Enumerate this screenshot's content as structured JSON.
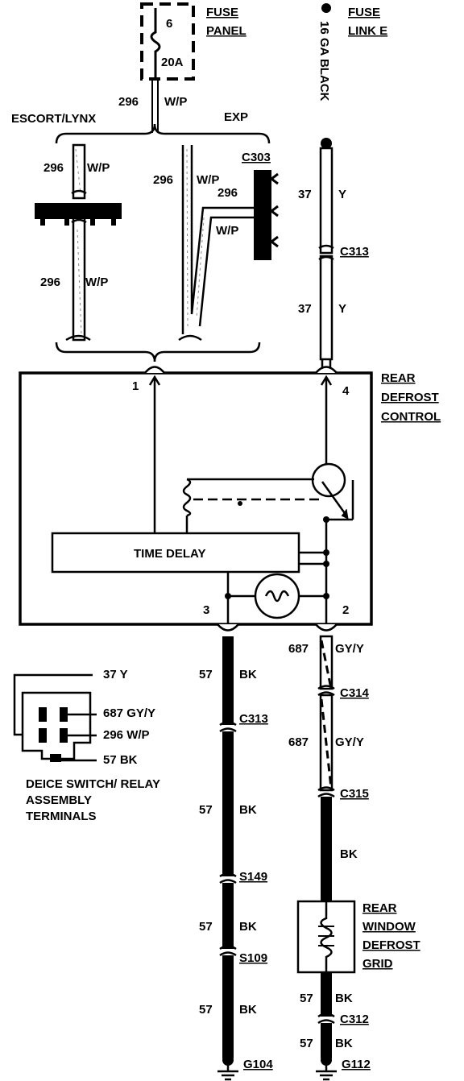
{
  "fuse_panel": {
    "title_line1": "FUSE",
    "title_line2": "PANEL",
    "fuse_number": "6",
    "fuse_rating": "20A"
  },
  "fuse_link": {
    "title_line1": "FUSE",
    "title_line2": "LINK E",
    "wire_gauge": "16 GA BLACK"
  },
  "variants": {
    "left": "ESCORT/LYNX",
    "right": "EXP"
  },
  "wires": {
    "w296_num": "296",
    "w296_color": "W/P",
    "w37_num": "37",
    "w37_color": "Y",
    "w57_num": "57",
    "w57_color": "BK",
    "w687_num": "687",
    "w687_color": "GY/Y",
    "bk_only": "BK"
  },
  "connectors": {
    "c303": "C303",
    "c313_top": "C313",
    "c313_bottom": "C313",
    "c314": "C314",
    "c315": "C315",
    "c312": "C312",
    "s149": "S149",
    "s109": "S109",
    "g104": "G104",
    "g112": "G112"
  },
  "control": {
    "title_line1": "REAR",
    "title_line2": "DEFROST",
    "title_line3": "CONTROL",
    "time_delay": "TIME DELAY",
    "pin1": "1",
    "pin2": "2",
    "pin3": "3",
    "pin4": "4"
  },
  "grid": {
    "line1": "REAR",
    "line2": "WINDOW",
    "line3": "DEFROST",
    "line4": "GRID"
  },
  "deice": {
    "t1": "37 Y",
    "t2": "687 GY/Y",
    "t3": "296 W/P",
    "t4": "57 BK",
    "caption_line1": "DEICE SWITCH/ RELAY",
    "caption_line2": "ASSEMBLY",
    "caption_line3": "TERMINALS"
  }
}
